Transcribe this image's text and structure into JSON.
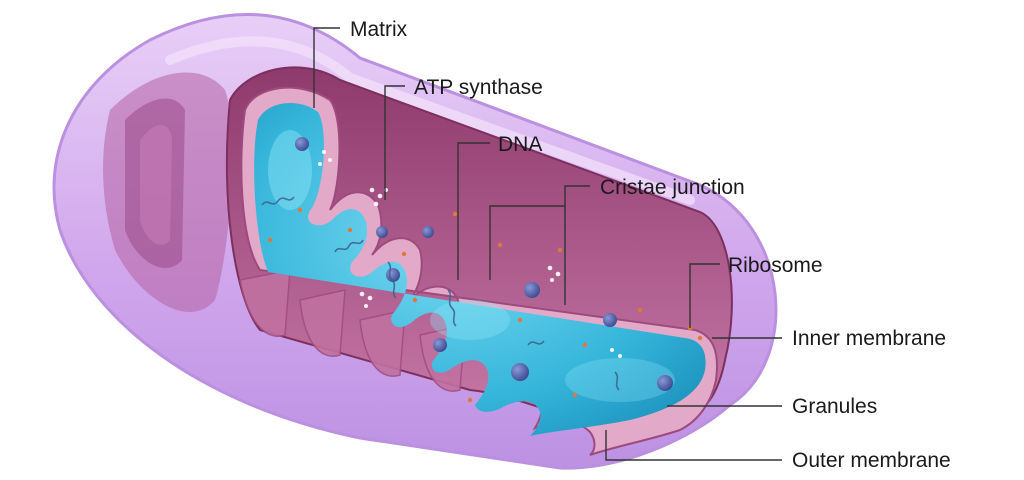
{
  "labels": {
    "matrix": "Matrix",
    "atp_synthase": "ATP synthase",
    "dna": "DNA",
    "cristae_junction": "Cristae junction",
    "ribosome": "Ribosome",
    "inner_membrane": "Inner membrane",
    "granules": "Granules",
    "outer_membrane": "Outer membrane"
  },
  "colors": {
    "outer_membrane": "#cfa3ec",
    "outer_membrane_edge": "#b88be0",
    "inner_wall": "#a0467c",
    "inner_wall_light": "#c0709c",
    "inner_rim": "#e2a7c6",
    "matrix": "#2fb3d8",
    "matrix_light": "#6fd7f1",
    "granule": "#4d5fa6",
    "ribosome_dot": "#e0783a",
    "leader": "#333333"
  }
}
